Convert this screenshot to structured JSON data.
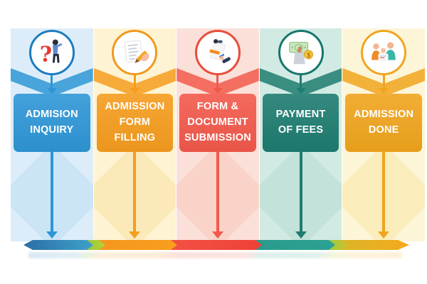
{
  "steps": [
    {
      "label": "ADMISION\nINQUIRY",
      "icon": "inquiry-person-question-icon",
      "color": "#2E96D6",
      "circle_border": "#1E7BBF",
      "tint": "#DCEDF9",
      "tint_deep": "#BFDFF3"
    },
    {
      "label": "ADMISSION\nFORM\nFILLING",
      "icon": "form-filling-pencil-icon",
      "color": "#F59C1E",
      "circle_border": "#F0991F",
      "tint": "#FEF3D2",
      "tint_deep": "#FAE3A8"
    },
    {
      "label": "FORM &\nDOCUMENT\nSUBMISSION",
      "icon": "document-submission-hands-icon",
      "color": "#F2594B",
      "circle_border": "#E84C3B",
      "tint": "#FBE0D9",
      "tint_deep": "#F9C9BC"
    },
    {
      "label": "PAYMENT\nOF FEES",
      "icon": "payment-money-coin-icon",
      "color": "#1E7C70",
      "circle_border": "#17776B",
      "tint": "#D2EAE4",
      "tint_deep": "#B9DCD2"
    },
    {
      "label": "ADMISSION\nDONE",
      "icon": "admission-done-family-icon",
      "color": "#F0A41D",
      "circle_border": "#F0A51F",
      "tint": "#FDF5D8",
      "tint_deep": "#FAE7A9"
    }
  ],
  "timeline": {
    "segments": [
      {
        "name": "inquiry",
        "from": "#2B6FA6",
        "to": "#3FA0C8"
      },
      {
        "name": "transition-1",
        "from": "#9DC93C",
        "to": "#B6CF36"
      },
      {
        "name": "form-filling",
        "from": "#F6951E",
        "to": "#F89E1D"
      },
      {
        "name": "submission",
        "from": "#F25044",
        "to": "#EF4136"
      },
      {
        "name": "payment",
        "from": "#2A9A8C",
        "to": "#2BA294"
      },
      {
        "name": "transition-2",
        "from": "#9DC93C",
        "to": "#C9C32F"
      },
      {
        "name": "done",
        "from": "#D9B526",
        "to": "#F6A91C"
      }
    ]
  }
}
